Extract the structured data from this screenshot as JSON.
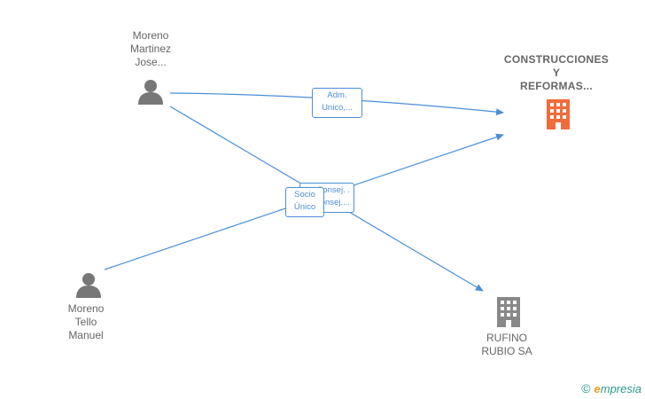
{
  "nodes": {
    "person1": {
      "label": "Moreno\nMartinez\nJose..."
    },
    "person2": {
      "label": "Moreno\nTello\nManuel"
    },
    "company1": {
      "label": "CONSTRUCCIONES\nY\nREFORMAS..."
    },
    "company2": {
      "label": "RUFINO\nRUBIO SA"
    }
  },
  "edges": {
    "e1": {
      "label": "Adm.\nUnico,..."
    },
    "e2": {
      "label": "Consej. .\nConsej...."
    },
    "e3": {
      "label": "Socio\nÚnico"
    }
  },
  "colors": {
    "edge": "#4a8fd8",
    "person_icon": "#777777",
    "company_main": "#f26b3a",
    "company_other": "#888888"
  },
  "brand": {
    "copyright": "©",
    "e_letter": "e",
    "rest": "mpresia"
  }
}
